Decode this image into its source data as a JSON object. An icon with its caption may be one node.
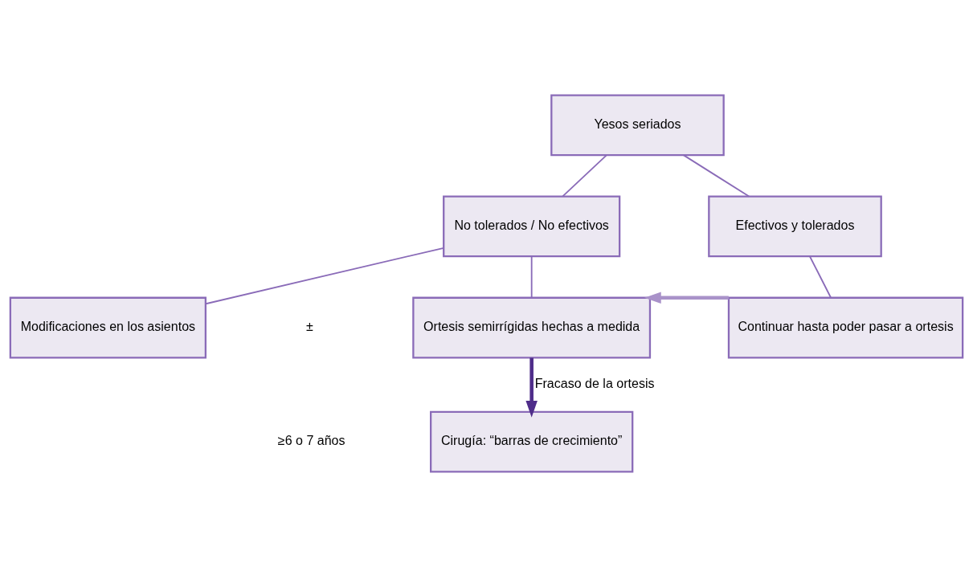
{
  "diagram": {
    "nodes": [
      {
        "text": [
          "Yesos seriados"
        ]
      },
      {
        "text": [
          "No tolerados / No efectivos"
        ]
      },
      {
        "text": [
          "Efectivos y tolerados"
        ]
      },
      {
        "text": [
          "Modificaciones en los asientos"
        ]
      },
      {
        "text": [
          "Ortesis semirrígidas hechas a medida"
        ]
      },
      {
        "text": [
          "Continuar hasta poder pasar a ortesis"
        ]
      },
      {
        "text": [
          "Cirugía: “barras de crecimiento”"
        ]
      }
    ],
    "edges": [
      {
        "from": 0,
        "to": 1,
        "arrow": "none"
      },
      {
        "from": 0,
        "to": 2,
        "arrow": "none"
      },
      {
        "from": 1,
        "to": 3,
        "arrow": "none"
      },
      {
        "from": 1,
        "to": 4,
        "arrow": "none"
      },
      {
        "from": 2,
        "to": 5,
        "arrow": "none"
      },
      {
        "from": 5,
        "to": 4,
        "arrow": "to",
        "style": "thick",
        "color": "#a992c9"
      },
      {
        "from": 4,
        "to": 6,
        "arrow": "to",
        "label": "Fracaso de la ortesis",
        "style": "thick",
        "color": "#4f2d8a"
      }
    ],
    "labels": [
      "±",
      "≥6 o 7 años"
    ]
  }
}
